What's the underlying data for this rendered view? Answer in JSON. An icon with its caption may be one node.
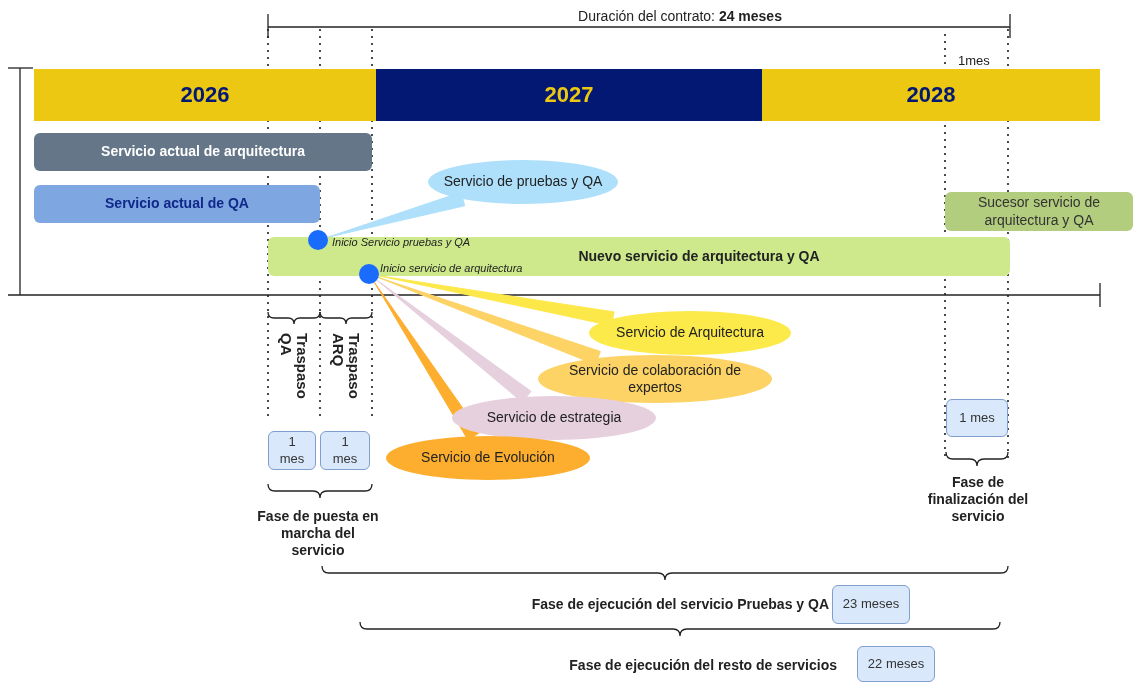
{
  "diagram": {
    "nodes": [
      {
        "text": [
          "2026"
        ]
      },
      {
        "text": [
          "2027"
        ]
      },
      {
        "text": [
          "2028"
        ]
      },
      {
        "text": [
          "Servicio actual de arquitectura"
        ]
      },
      {
        "text": [
          "Servicio actual de QA"
        ]
      },
      {
        "text": [
          "Servicio de pruebas y QA"
        ]
      },
      {
        "text": [
          "Sucesor servicio de arquitectura y QA"
        ]
      },
      {
        "text": [
          "Nuevo servicio de arquitectura y QA"
        ]
      },
      {
        "text": [],
        "shape": "circle",
        "beside": [
          "Inicio Servicio pruebas y QA"
        ]
      },
      {
        "text": [],
        "shape": "circle",
        "beside": [
          "Inicio servicio de arquitectura"
        ]
      },
      {
        "text": [
          "Servicio de Arquitectura"
        ]
      },
      {
        "text": [
          "Servicio de colaboración de expertos"
        ]
      },
      {
        "text": [
          "Servicio de estrategia"
        ]
      },
      {
        "text": [
          "Servicio de Evolución"
        ]
      },
      {
        "text": [
          "1 mes"
        ]
      },
      {
        "text": [
          "1 mes"
        ]
      },
      {
        "text": [
          "1 mes"
        ]
      },
      {
        "text": [
          "23 meses"
        ]
      },
      {
        "text": [
          "22 meses"
        ]
      }
    ],
    "edges": [
      {
        "from": 5,
        "to": 8,
        "arrow": "none",
        "color": "#aee0fb"
      },
      {
        "from": 10,
        "to": 9,
        "arrow": "none",
        "color": "#fde84a"
      },
      {
        "from": 11,
        "to": 9,
        "arrow": "none",
        "color": "#fdd365"
      },
      {
        "from": 12,
        "to": 9,
        "arrow": "none",
        "color": "#e6d0de"
      },
      {
        "from": 13,
        "to": 9,
        "arrow": "none",
        "color": "#fdae2e"
      }
    ],
    "labels": [
      "Duración del contrato: **24 meses**",
      "1mes",
      "Traspaso QA",
      "Traspaso ARQ",
      "Fase de puesta en marcha del servicio",
      "Fase de finalización del servicio",
      "Fase de ejecución del servicio Pruebas y QA",
      "Fase de ejecución del resto de servicios"
    ]
  }
}
